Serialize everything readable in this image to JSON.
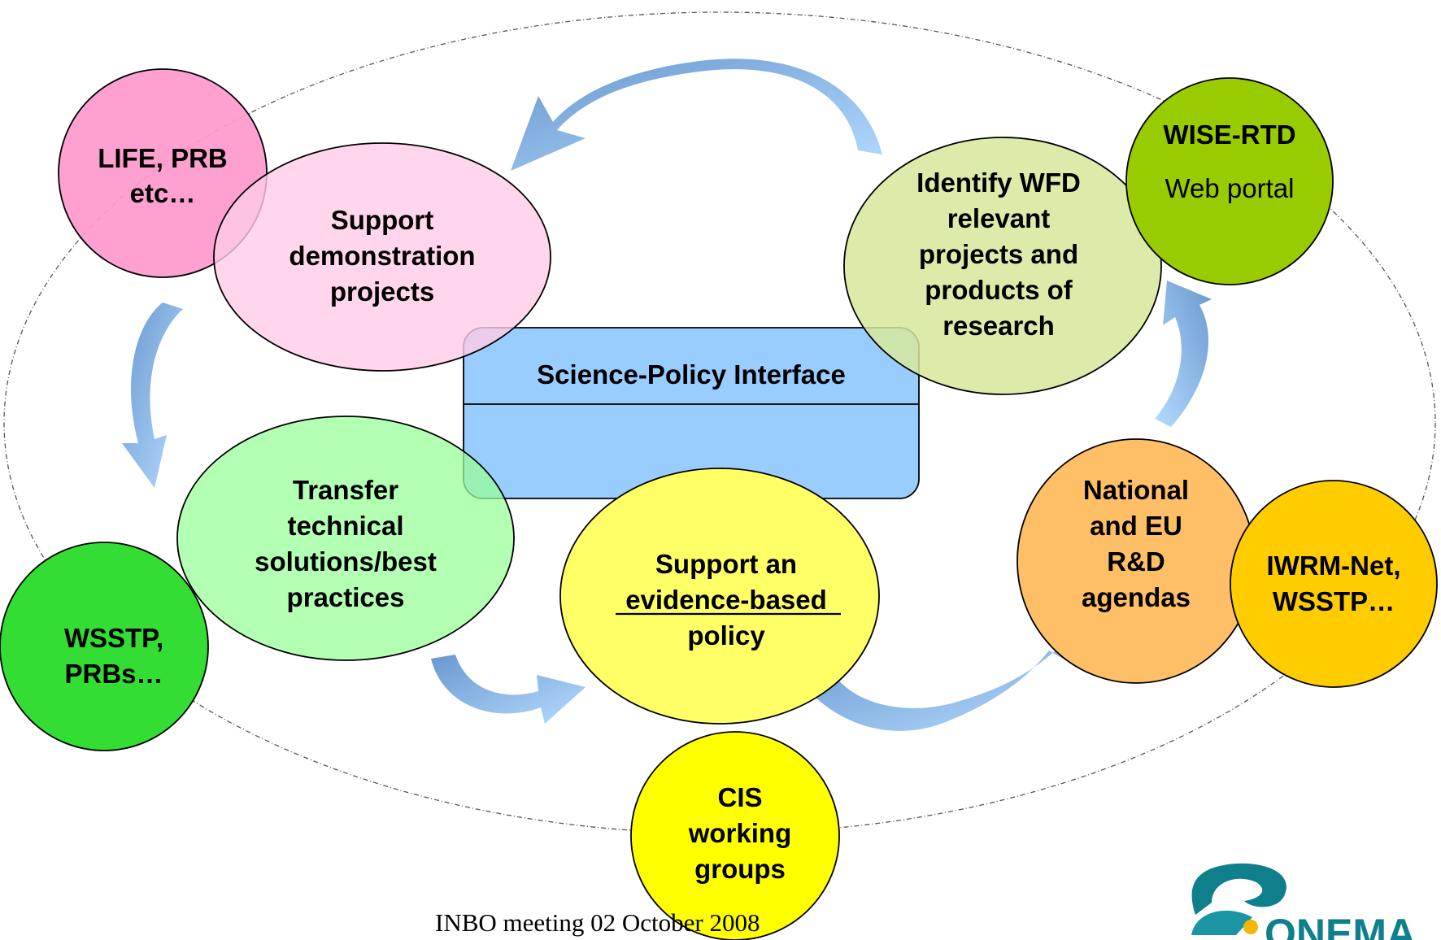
{
  "interface": {
    "title": "Science-Policy Interface",
    "color": "#99CCFF"
  },
  "nodes": {
    "life": {
      "lines": [
        "LIFE, PRB",
        "etc…"
      ],
      "color": "#FF99CC"
    },
    "demo": {
      "lines": [
        "Support",
        "demonstration",
        "projects"
      ],
      "color": "#FFCCE6"
    },
    "identify": {
      "lines": [
        "Identify WFD",
        "relevant",
        "projects and",
        "products of",
        "research"
      ],
      "color": "#D6E89B"
    },
    "wise": {
      "title": "WISE-RTD",
      "subtitle": "Web portal",
      "color": "#99CC00"
    },
    "transfer": {
      "lines": [
        "Transfer",
        "technical",
        "solutions/best",
        "practices"
      ],
      "color": "#99FF99"
    },
    "wsstp_left": {
      "lines": [
        "WSSTP,",
        "PRBs…"
      ],
      "color": "#33DD33"
    },
    "evidence": {
      "line1": "Support an",
      "line2": "evidence-based",
      "line3": "policy",
      "color": "#FFFF66"
    },
    "national": {
      "lines": [
        "National",
        "and EU",
        "R&D",
        "agendas"
      ],
      "color": "#FFBF66"
    },
    "iwrm": {
      "lines": [
        "IWRM-Net,",
        "WSSTP…"
      ],
      "color": "#FFCC00"
    },
    "cis": {
      "lines": [
        "CIS",
        "working",
        "groups"
      ],
      "color": "#FFFF00"
    }
  },
  "arrow_color": "#6E9FD0",
  "footer": {
    "text": "INBO meeting 02 October 2008"
  },
  "logo": {
    "text": "ONEMA",
    "color": "#0F7F8C"
  }
}
